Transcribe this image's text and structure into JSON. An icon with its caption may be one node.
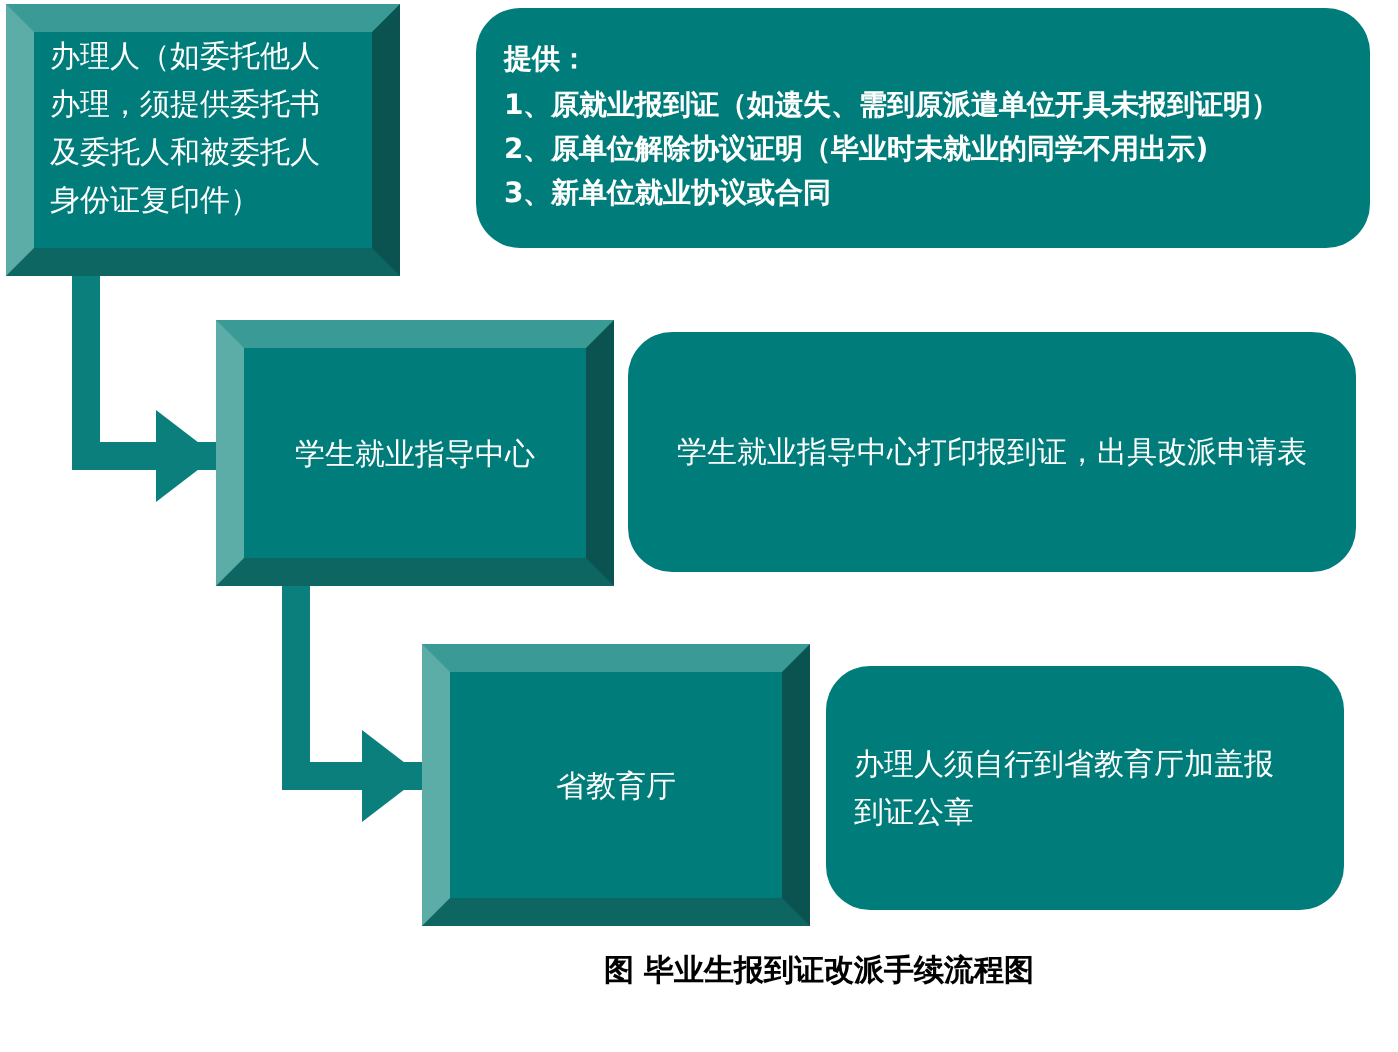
{
  "diagram": {
    "caption": "图 毕业生报到证改派手续流程图",
    "nodes": [
      {
        "text": [
          "办理人（如委托他人办理，须提供委托书及委托人和被委托人身份证复印件）"
        ]
      },
      {
        "text": [
          "提供：",
          "1、原就业报到证（如遗失、需到原派遣单位开具未报到证明）",
          "2、原单位解除协议证明（毕业时未就业的同学不用出示)",
          "3、新单位就业协议或合同"
        ]
      },
      {
        "text": [
          "学生就业指导中心"
        ]
      },
      {
        "text": [
          "学生就业指导中心打印报到证，出具改派申请表"
        ]
      },
      {
        "text": [
          "省教育厅"
        ]
      },
      {
        "text": [
          "办理人须自行到省教育厅加盖报到证公章"
        ]
      }
    ],
    "edges": [
      {
        "from": 0,
        "to": 2,
        "arrow": "to"
      },
      {
        "from": 2,
        "to": 4,
        "arrow": "to"
      }
    ]
  }
}
